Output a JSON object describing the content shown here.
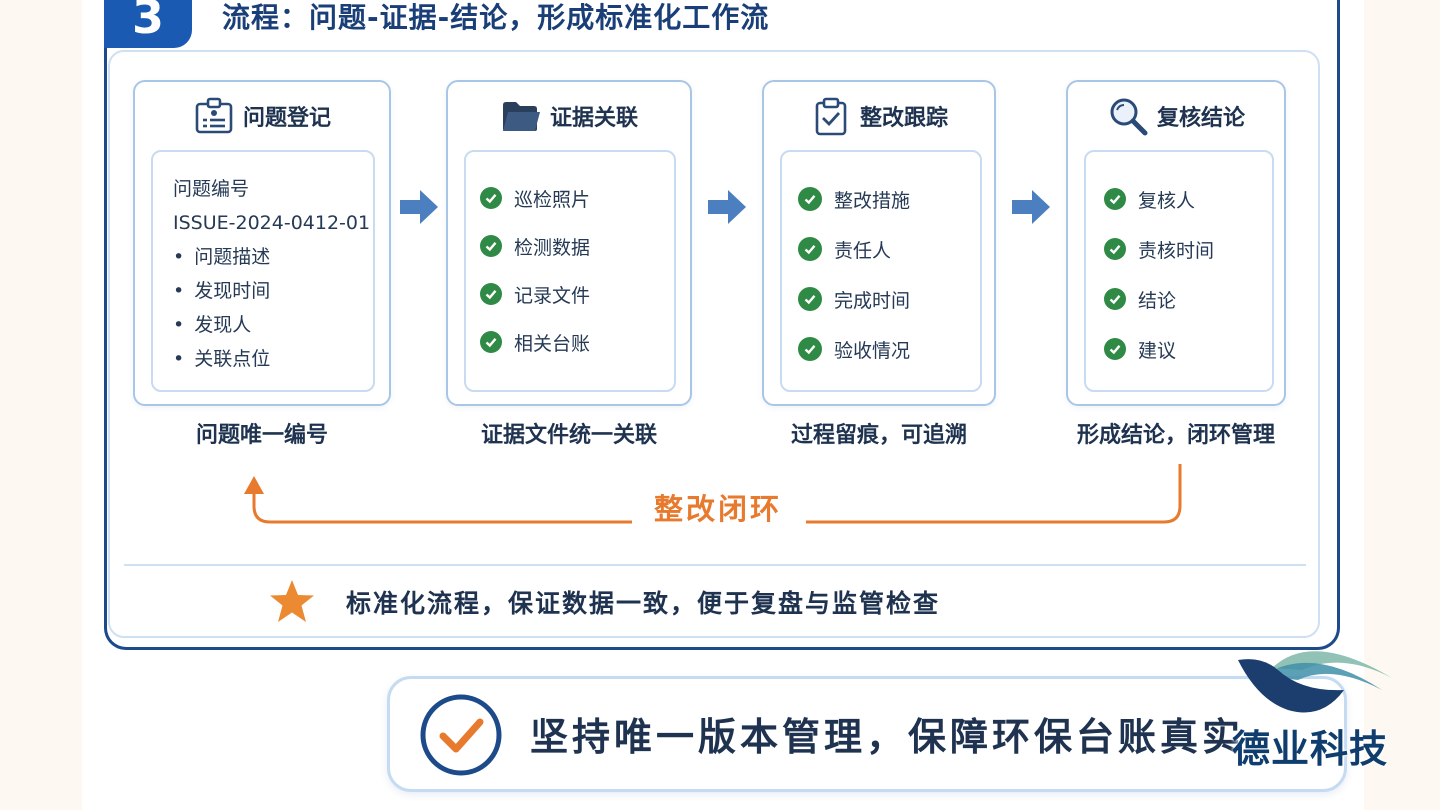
{
  "section": {
    "number": "3",
    "title": "流程：问题-证据-结论，形成标准化工作流"
  },
  "steps": [
    {
      "title": "问题登记",
      "icon": "id-card-icon",
      "fields": [
        "问题编号",
        "ISSUE-2024-0412-01"
      ],
      "bullets": [
        "问题描述",
        "发现时间",
        "发现人",
        "关联点位"
      ],
      "caption": "问题唯一编号"
    },
    {
      "title": "证据关联",
      "icon": "folder-icon",
      "checks": [
        "巡检照片",
        "检测数据",
        "记录文件",
        "相关台账"
      ],
      "caption": "证据文件统一关联"
    },
    {
      "title": "整改跟踪",
      "icon": "clipboard-check-icon",
      "checks": [
        "整改措施",
        "责任人",
        "完成时间",
        "验收情况"
      ],
      "caption": "过程留痕，可追溯"
    },
    {
      "title": "复核结论",
      "icon": "magnifier-icon",
      "checks": [
        "复核人",
        "责核时间",
        "结论",
        "建议"
      ],
      "caption": "形成结论，闭环管理"
    }
  ],
  "loop_label": "整改闭环",
  "footer_text": "标准化流程，保证数据一致，便于复盘与监管检查",
  "banner_text": "坚持唯一版本管理，保障环保台账真实",
  "watermark": "德业科技",
  "colors": {
    "brand_blue": "#1b5ab2",
    "arrow_blue": "#4b7fc0",
    "check_green": "#2f8a46",
    "accent_orange": "#e87a2e"
  }
}
